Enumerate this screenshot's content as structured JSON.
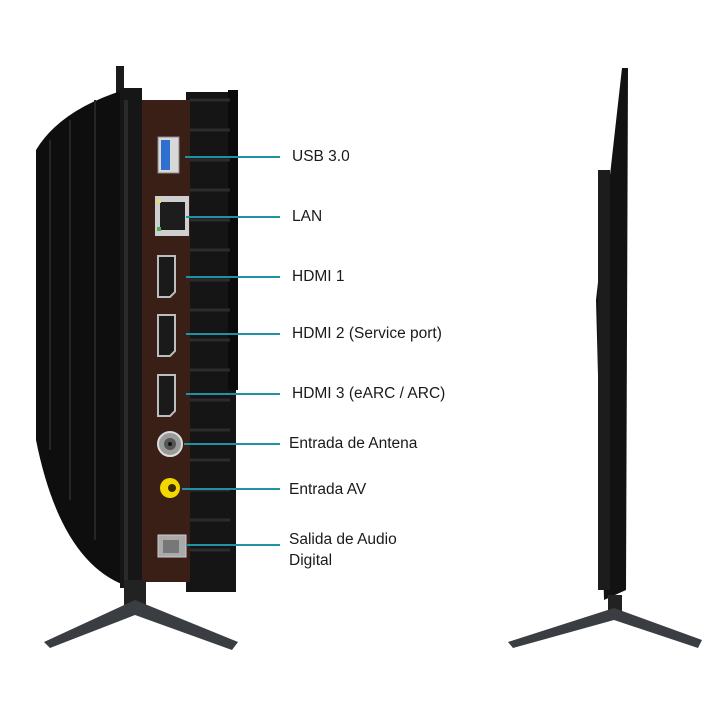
{
  "ports": [
    {
      "label": "USB 3.0"
    },
    {
      "label": "LAN"
    },
    {
      "label": "HDMI 1"
    },
    {
      "label": "HDMI 2 (Service port)"
    },
    {
      "label": "HDMI 3 (eARC / ARC)"
    },
    {
      "label": "Entrada de Antena"
    },
    {
      "label": "Entrada AV"
    },
    {
      "label": "Salida de Audio",
      "label2": "Digital"
    }
  ],
  "colors": {
    "leader": "#1f93a3",
    "panel": "#3a1f17",
    "body": "#111111",
    "av": "#f2d800"
  }
}
